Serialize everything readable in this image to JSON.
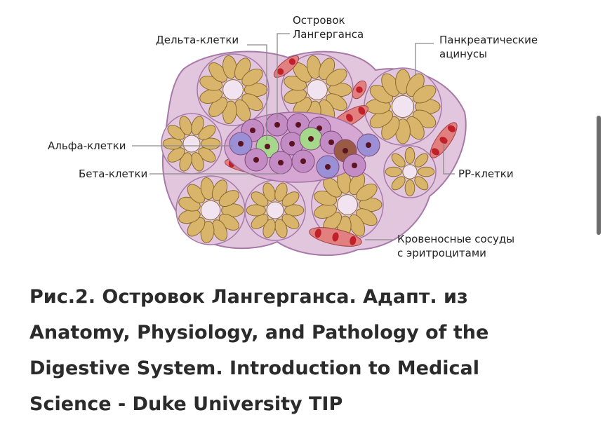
{
  "labels": {
    "islet": [
      "Островок",
      "Лангерганса"
    ],
    "delta": "Дельта-клетки",
    "acini": [
      "Панкреатические",
      "ацинусы"
    ],
    "alpha": "Альфа-клетки",
    "beta": "Бета-клетки",
    "pp": "PP-клетки",
    "vessels": [
      "Кровеносные сосуды",
      "с эритроцитами"
    ]
  },
  "caption": {
    "lines": [
      "Рис.2.  Островок Лангерганса. Адапт. из",
      "Anatomy, Physiology, and Pathology of the",
      "Digestive System. Introduction to Medical",
      "Science - Duke University TIP"
    ]
  },
  "colors": {
    "tissue": "#e2c6de",
    "tissue_outline": "#a778a8",
    "acinar_cell": "#d9b56c",
    "acinar_outline": "#8a6a2c",
    "lumen": "#f1e4f0",
    "islet_cell": "#c99ac9",
    "beta_cell": "#c48cc4",
    "alpha_cell": "#9b90d6",
    "delta_cell": "#a6d88c",
    "pp_cell": "#9a5a45",
    "nucleus": "#5a1320",
    "vessel": "#e28080",
    "erythrocyte": "#c0202a"
  }
}
